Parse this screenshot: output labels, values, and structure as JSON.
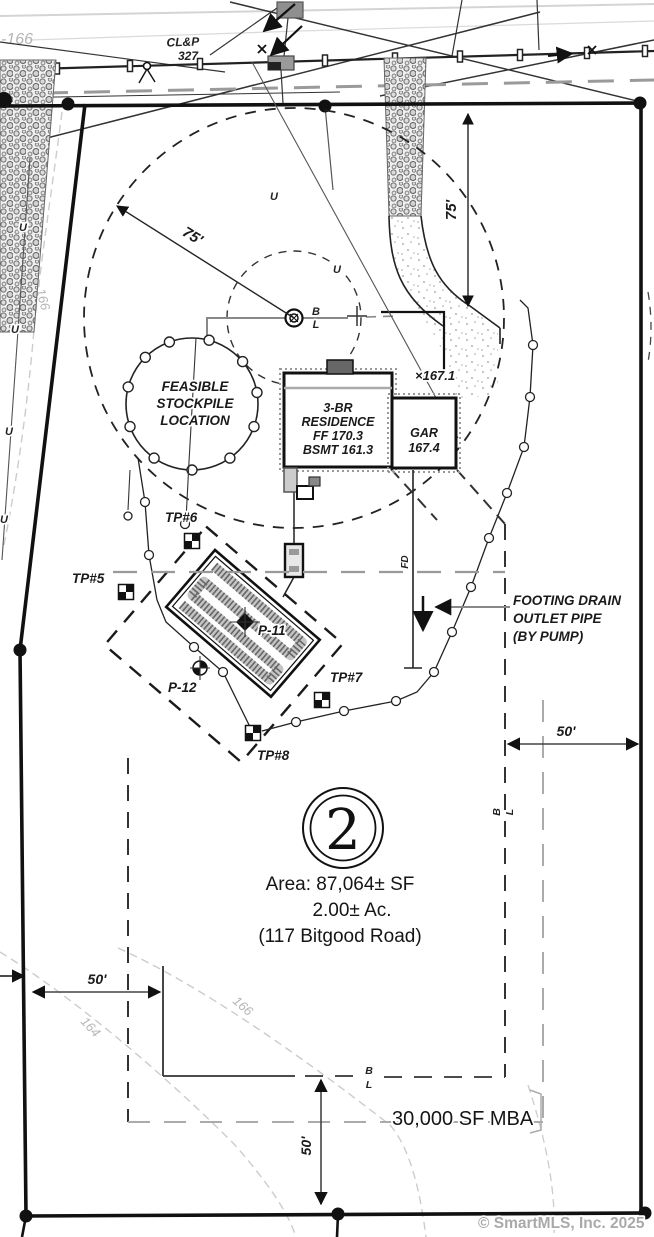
{
  "road": {
    "contour_top": "-166",
    "pole_label_line1": "CL&P",
    "pole_label_line2": "327"
  },
  "markers": {
    "u": "U",
    "b": "B",
    "l": "L",
    "fd": "FD"
  },
  "dims": {
    "well_radius": "75'",
    "driveway": "75'",
    "side": "50'",
    "front": "50'",
    "rear": "50'"
  },
  "stockpile": {
    "line1": "FEASIBLE",
    "line2": "STOCKPILE",
    "line3": "LOCATION"
  },
  "residence": {
    "line1": "3-BR",
    "line2": "RESIDENCE",
    "line3": "FF 170.3",
    "line4": "BSMT 161.3"
  },
  "garage": {
    "line1": "GAR",
    "line2": "167.4"
  },
  "spot_elevation": "×167.1",
  "test_pits": {
    "tp5": "TP#5",
    "tp6": "TP#6",
    "tp7": "TP#7",
    "tp8": "TP#8"
  },
  "perc_tests": {
    "p11": "P-11",
    "p12": "P-12"
  },
  "footing_drain": {
    "line1": "FOOTING DRAIN",
    "line2": "OUTLET PIPE",
    "line3": "(BY PUMP)"
  },
  "lot": {
    "number": "2",
    "area_sf": "Area: 87,064± SF",
    "area_ac": "2.00± Ac.",
    "address": "(117 Bitgood Road)",
    "mba": "30,000 SF MBA"
  },
  "contours": {
    "mid_166": "166",
    "bottom_166": "166",
    "bottom_164": "164"
  },
  "watermark": "© SmartMLS, Inc. 2025"
}
